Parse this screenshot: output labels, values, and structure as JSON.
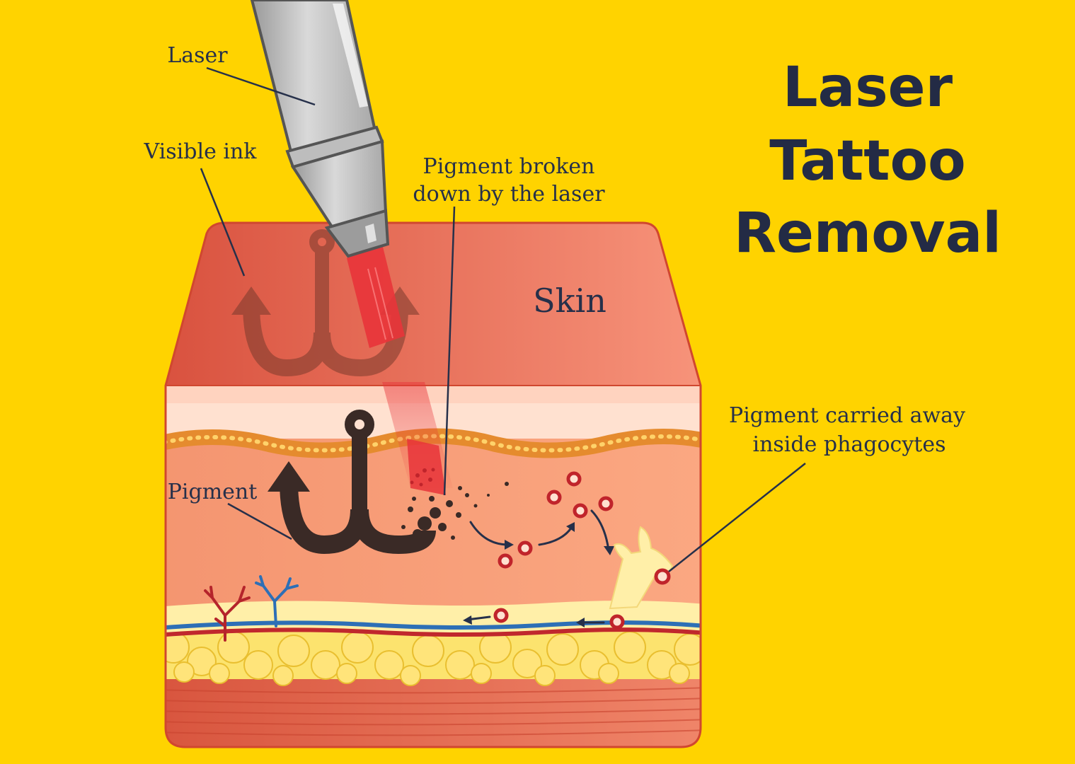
{
  "title": {
    "line1": "Laser",
    "line2": "Tattoo",
    "line3": "Removal"
  },
  "labels": {
    "laser": "Laser",
    "visible_ink": "Visible ink",
    "pigment_broken_line1": "Pigment broken",
    "pigment_broken_line2": "down by the laser",
    "skin": "Skin",
    "pigment": "Pigment",
    "carried_line1": "Pigment carried away",
    "carried_line2": "inside phagocytes"
  },
  "colors": {
    "background": "#FFD300",
    "text": "#26304A",
    "skin_top": "#E0604A",
    "dermis": "#F9A07A",
    "laser_beam": "#E8343A",
    "pigment": "#3A2A26",
    "fat": "#FFE26A"
  },
  "icons": {
    "tattoo_ink": "anchor-icon",
    "pigment": "anchor-icon",
    "laser": "laser-handpiece",
    "phagocyte": "phagocyte-cell"
  }
}
